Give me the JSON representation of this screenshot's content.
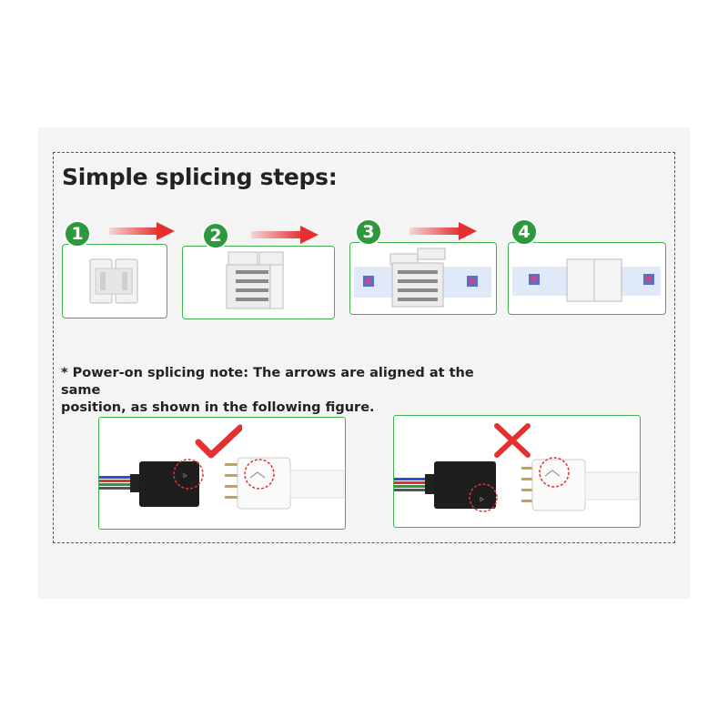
{
  "title": "Simple splicing steps:",
  "steps": [
    {
      "number": "1",
      "icon": "connector-open-icon"
    },
    {
      "number": "2",
      "icon": "connector-pins-icon"
    },
    {
      "number": "3",
      "icon": "connector-strip-insert-icon"
    },
    {
      "number": "4",
      "icon": "connector-strip-closed-icon"
    }
  ],
  "note": {
    "line1": "* Power-on splicing note: The arrows are aligned at the same",
    "line2": "position, as shown in the following figure."
  },
  "examples": [
    {
      "result": "correct",
      "mark_icon": "check-mark-icon",
      "mark_color": "#e53030"
    },
    {
      "result": "incorrect",
      "mark_icon": "cross-mark-icon",
      "mark_color": "#e53030"
    }
  ],
  "colors": {
    "accent_green": "#2c9a3c",
    "border_green": "#3fb24f",
    "arrow_red": "#e53030"
  }
}
